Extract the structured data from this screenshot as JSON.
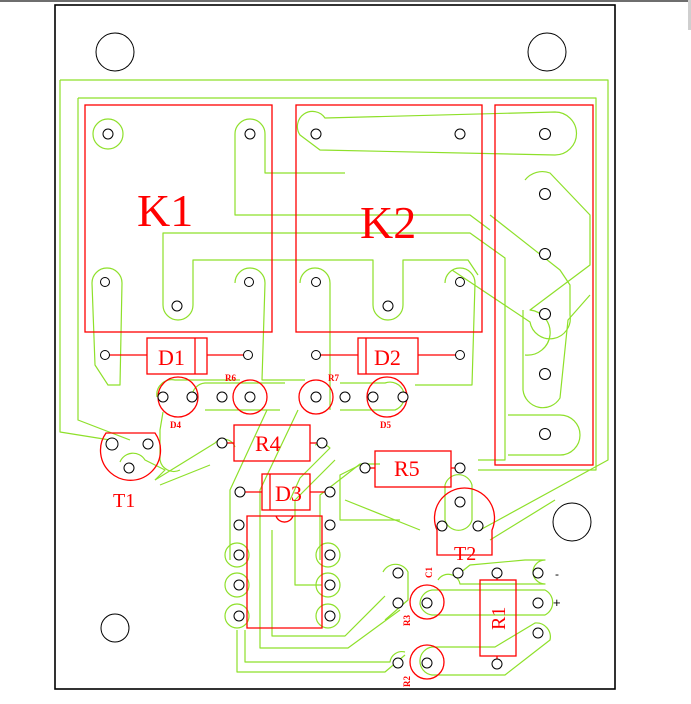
{
  "diagram": {
    "type": "pcb-layout",
    "colors": {
      "board_outline": "#000000",
      "copper_traces": "#8ee02a",
      "silkscreen": "#ff0000",
      "holes": "#000000"
    },
    "components": {
      "relay_1": "K1",
      "relay_2": "K2",
      "diode_1": "D1",
      "diode_2": "D2",
      "diode_3": "D3",
      "led_4": "D4",
      "led_5": "D5",
      "resistor_1": "R1",
      "resistor_2": "R2",
      "resistor_3": "R3",
      "resistor_4": "R4",
      "resistor_5": "R5",
      "resistor_6": "R6",
      "resistor_7": "R7",
      "transistor_1": "T1",
      "transistor_2": "T2",
      "capacitor_1": "C1"
    },
    "power_terminals": {
      "negative": "-",
      "positive": "+"
    },
    "ic_socket": {
      "pins": 8
    },
    "terminal_block": {
      "pins": 6
    },
    "mounting_holes": 4
  }
}
